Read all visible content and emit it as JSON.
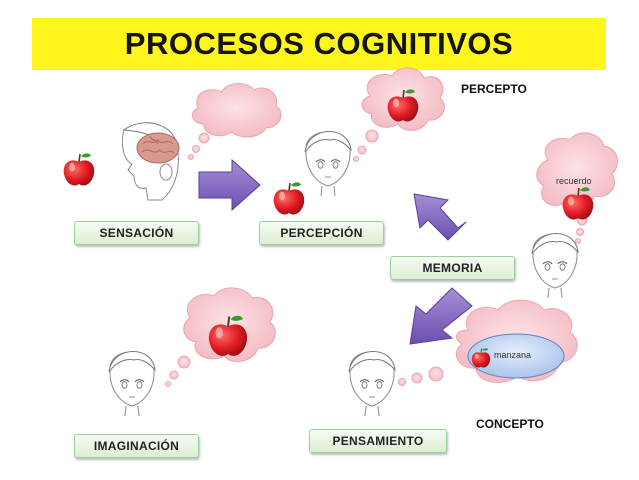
{
  "title": "PROCESOS COGNITIVOS",
  "labels": {
    "percepto": "PERCEPTO",
    "concepto": "CONCEPTO"
  },
  "boxes": {
    "sensacion": "SENSACIÓN",
    "percepcion": "PERCEPCIÓN",
    "memoria": "MEMORIA",
    "imaginacion": "IMAGINACIÓN",
    "pensamiento": "PENSAMIENTO"
  },
  "thought_text": {
    "recuerdo": "recuerdo",
    "manzana": "manzana"
  },
  "colors": {
    "banner": "#fff61e",
    "cloud": "#f7c6cc",
    "arrow": "#8b6fc4",
    "apple": "#e01b24",
    "box": "#dcefd2",
    "concept_ellipse": "#bcd2f2"
  },
  "icons": [
    "apple-icon",
    "brain-icon",
    "arrow-icon",
    "head-icon",
    "thought-cloud-icon"
  ]
}
